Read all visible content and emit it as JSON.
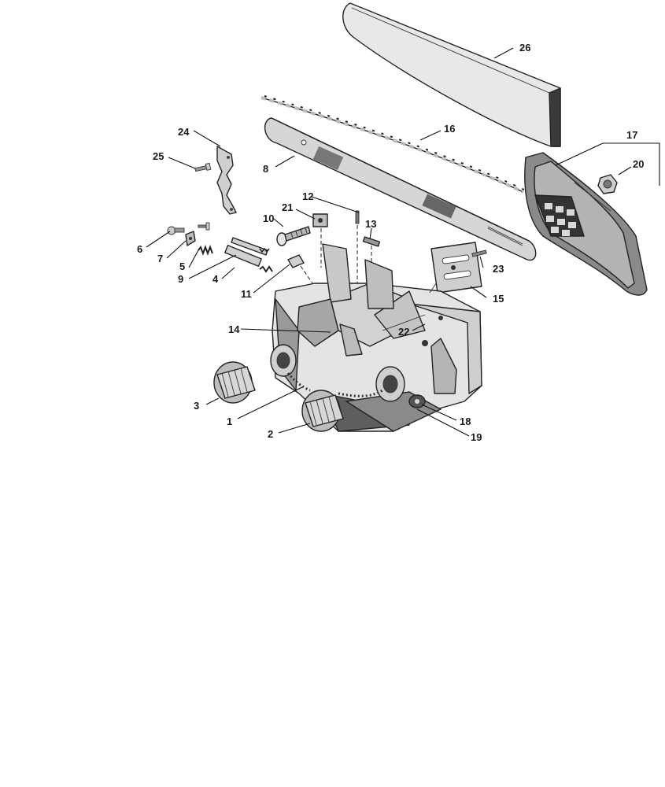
{
  "diagram": {
    "labels": {
      "p1": "1",
      "p2": "2",
      "p3": "3",
      "p4": "4",
      "p5": "5",
      "p6": "6",
      "p7": "7",
      "p8": "8",
      "p9": "9",
      "p10": "10",
      "p11": "11",
      "p12": "12",
      "p13": "13",
      "p14": "14",
      "p15": "15",
      "p16": "16",
      "p17": "17",
      "p18": "18",
      "p19": "19",
      "p20": "20",
      "p21": "21",
      "p22": "22",
      "p23": "23",
      "p24": "24",
      "p25": "25",
      "p26": "26"
    }
  },
  "colors": {
    "line": "#222222",
    "fill_light": "#e6e6e6",
    "fill_mid": "#c8c8c8",
    "fill_dark": "#8a8a8a",
    "fill_darkest": "#4a4a4a"
  }
}
